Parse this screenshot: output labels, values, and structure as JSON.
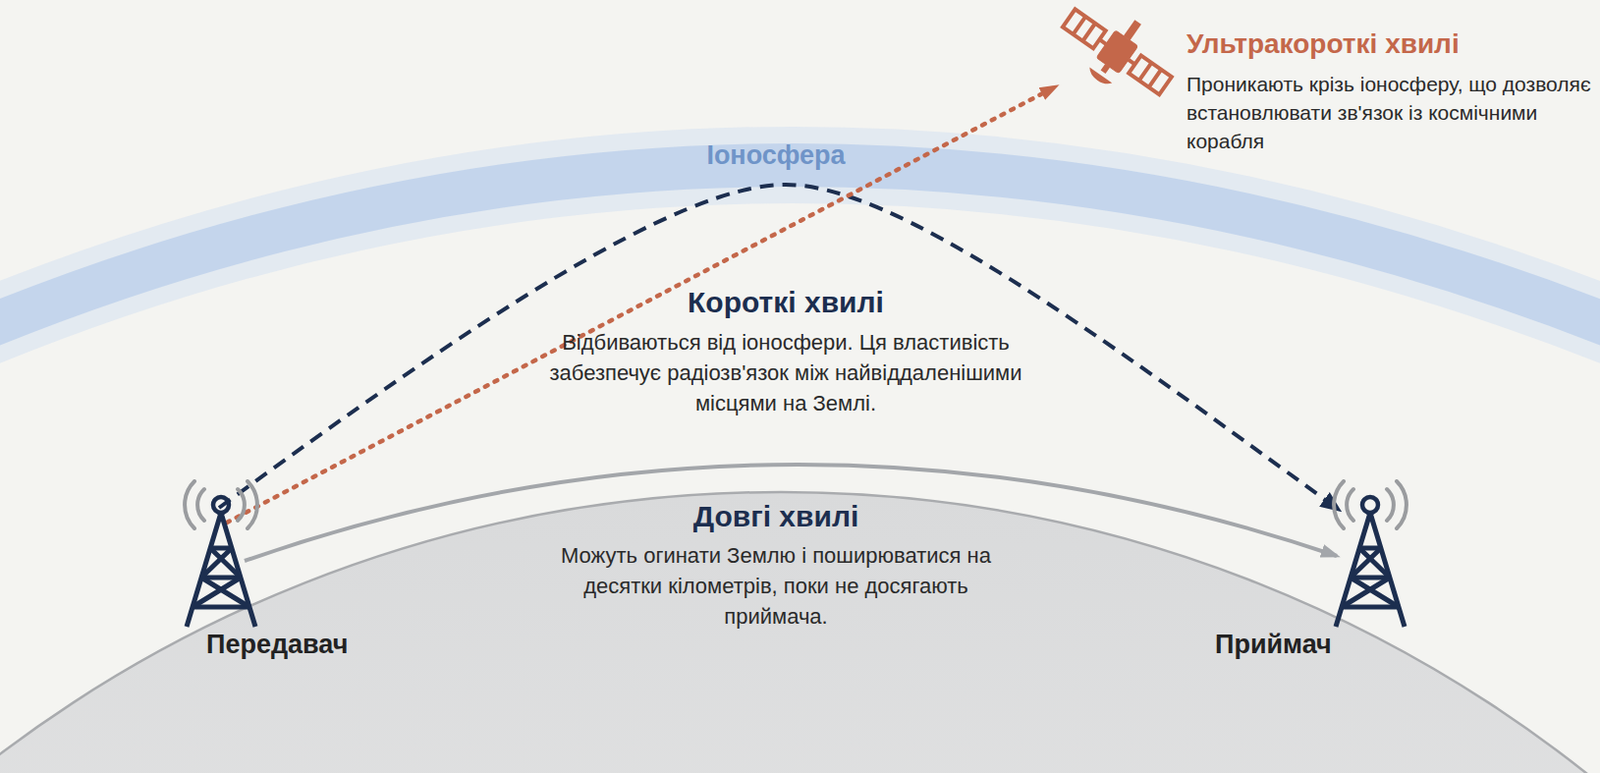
{
  "diagram": {
    "nodes": [
      {
        "text": [
          "Передавач"
        ]
      },
      {
        "text": [
          "Приймач"
        ]
      },
      {
        "text": [
          "Ультракороткі хвилі",
          "Проникають крізь іоносферу, що дозволяє встановлювати зв'язок із космічними корабля"
        ]
      }
    ],
    "edges": [
      {
        "from": 0,
        "to": 1,
        "arrow": "to"
      },
      {
        "from": 0,
        "to": 1,
        "arrow": "to"
      },
      {
        "from": 0,
        "to": 2,
        "arrow": "to"
      }
    ],
    "labels": [
      "Іоносфера",
      "Короткі хвилі",
      "Відбиваються від іоносфери. Ця властивість забезпечує радіозв'язок між найвіддаленішими місцями на Землі.",
      "Довгі хвилі",
      "Можуть огинати Землю і поширюватися на десятки кілометрів, поки не досягають приймача."
    ]
  }
}
